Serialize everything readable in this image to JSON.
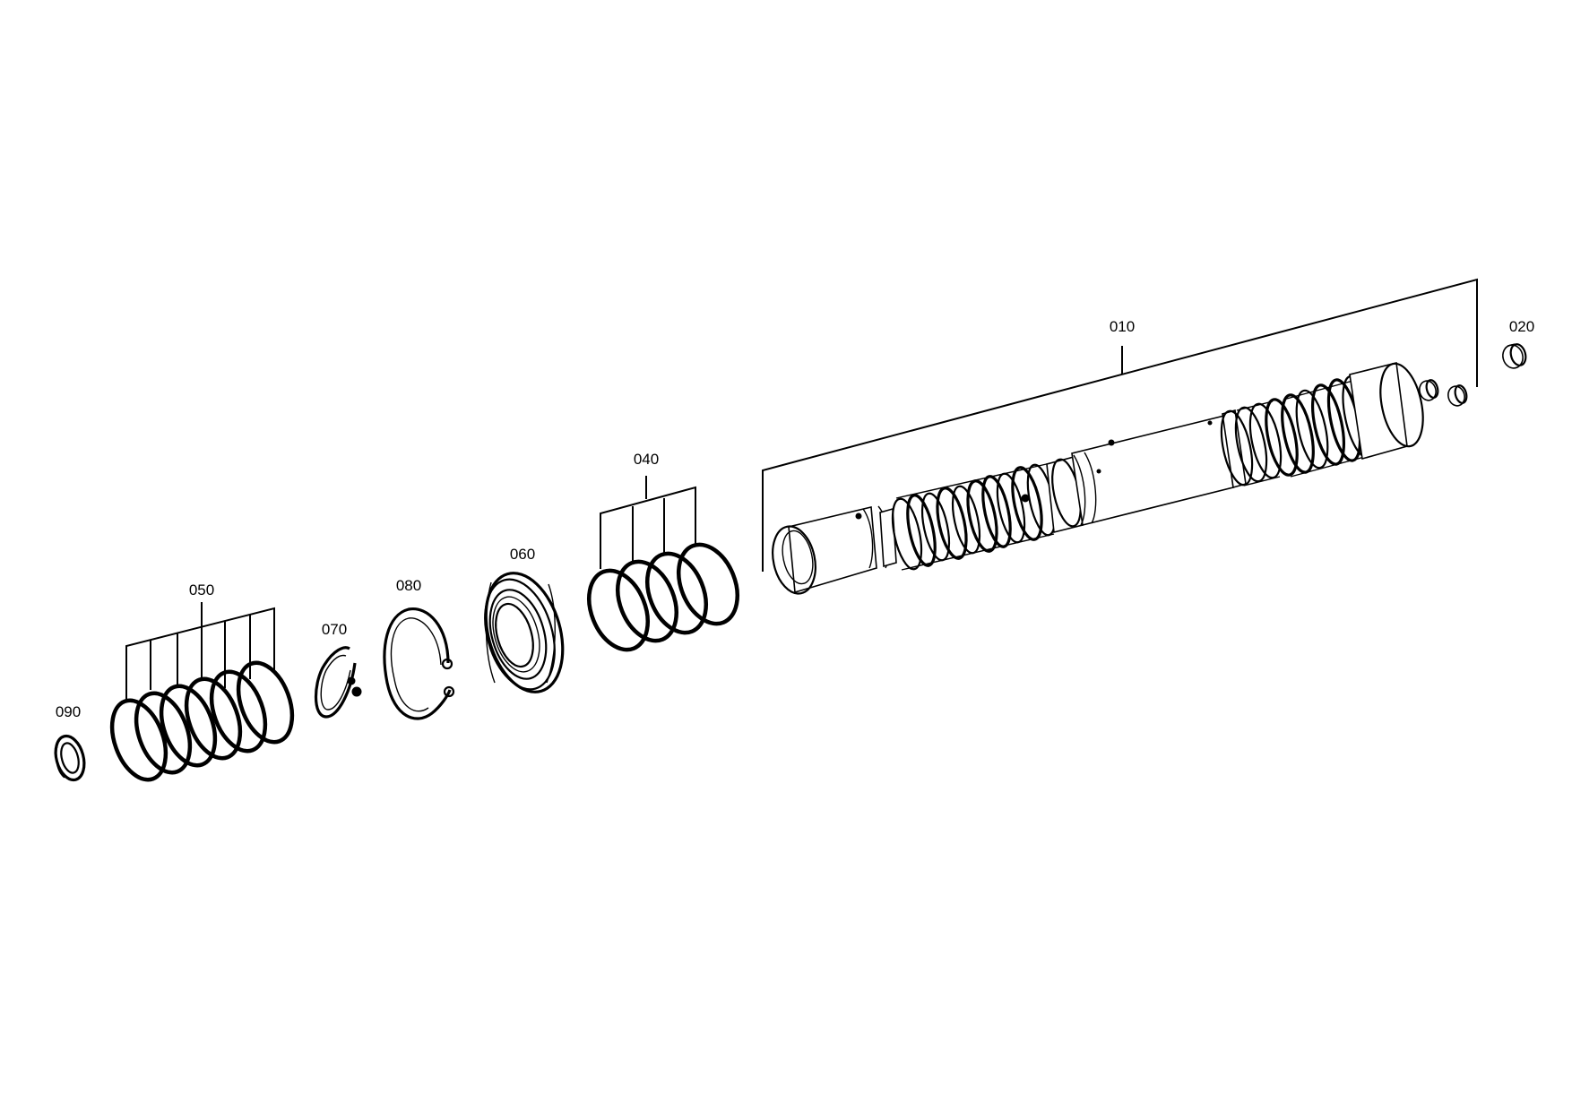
{
  "diagram": {
    "callouts": [
      {
        "id": "010",
        "label": "010"
      },
      {
        "id": "020",
        "label": "020"
      },
      {
        "id": "040",
        "label": "040"
      },
      {
        "id": "050",
        "label": "050"
      },
      {
        "id": "060",
        "label": "060"
      },
      {
        "id": "070",
        "label": "070"
      },
      {
        "id": "080",
        "label": "080"
      },
      {
        "id": "090",
        "label": "090"
      }
    ],
    "colors": {
      "line": "#000000",
      "background": "#ffffff"
    }
  }
}
